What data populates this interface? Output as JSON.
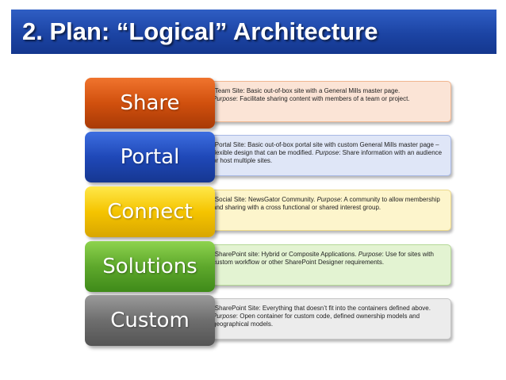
{
  "slide": {
    "title": "2. Plan: “Logical” Architecture"
  },
  "rows": [
    {
      "label": "Share",
      "desc_a": "•Team Site: Basic out-of-box site with a General Mills master page.",
      "purpose": "Purpose",
      "desc_b": ": Facilitate sharing content with members of a team or project."
    },
    {
      "label": "Portal",
      "desc_a": "•Portal Site: Basic out-of-box portal site with custom General Mills master page – flexible design that can be modified.",
      "purpose": "Purpose",
      "desc_b": ": Share information with an audience or host multiple sites."
    },
    {
      "label": "Connect",
      "desc_a": "•Social Site: NewsGator Community.",
      "purpose": "Purpose",
      "desc_b": ": A community to allow membership and sharing with a cross functional or shared interest group."
    },
    {
      "label": "Solutions",
      "desc_a": "•SharePoint site:  Hybrid or Composite Applications.",
      "purpose": "Purpose",
      "desc_b": ": Use for sites with custom workflow or other SharePoint Designer requirements."
    },
    {
      "label": "Custom",
      "desc_a": "•SharePoint Site: Everything that doesn’t fit into the containers defined above.",
      "purpose": "Purpose",
      "desc_b": ":  Open container for custom code, defined ownership models and geographical models."
    }
  ]
}
